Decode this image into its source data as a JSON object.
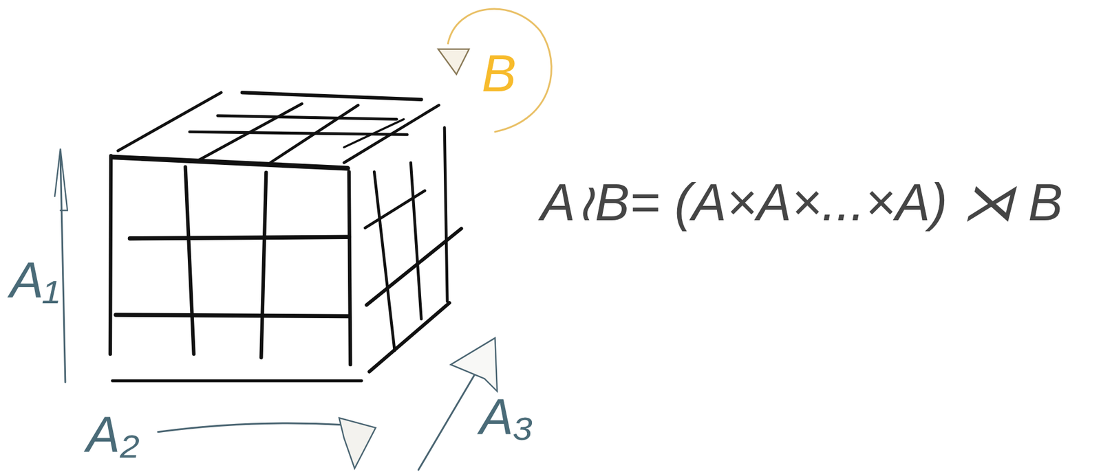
{
  "diagram": {
    "labels": [
      "B",
      "A≀B= (A×A×...×A) ⋊ B",
      "A₁",
      "A₂",
      "A₃"
    ]
  }
}
